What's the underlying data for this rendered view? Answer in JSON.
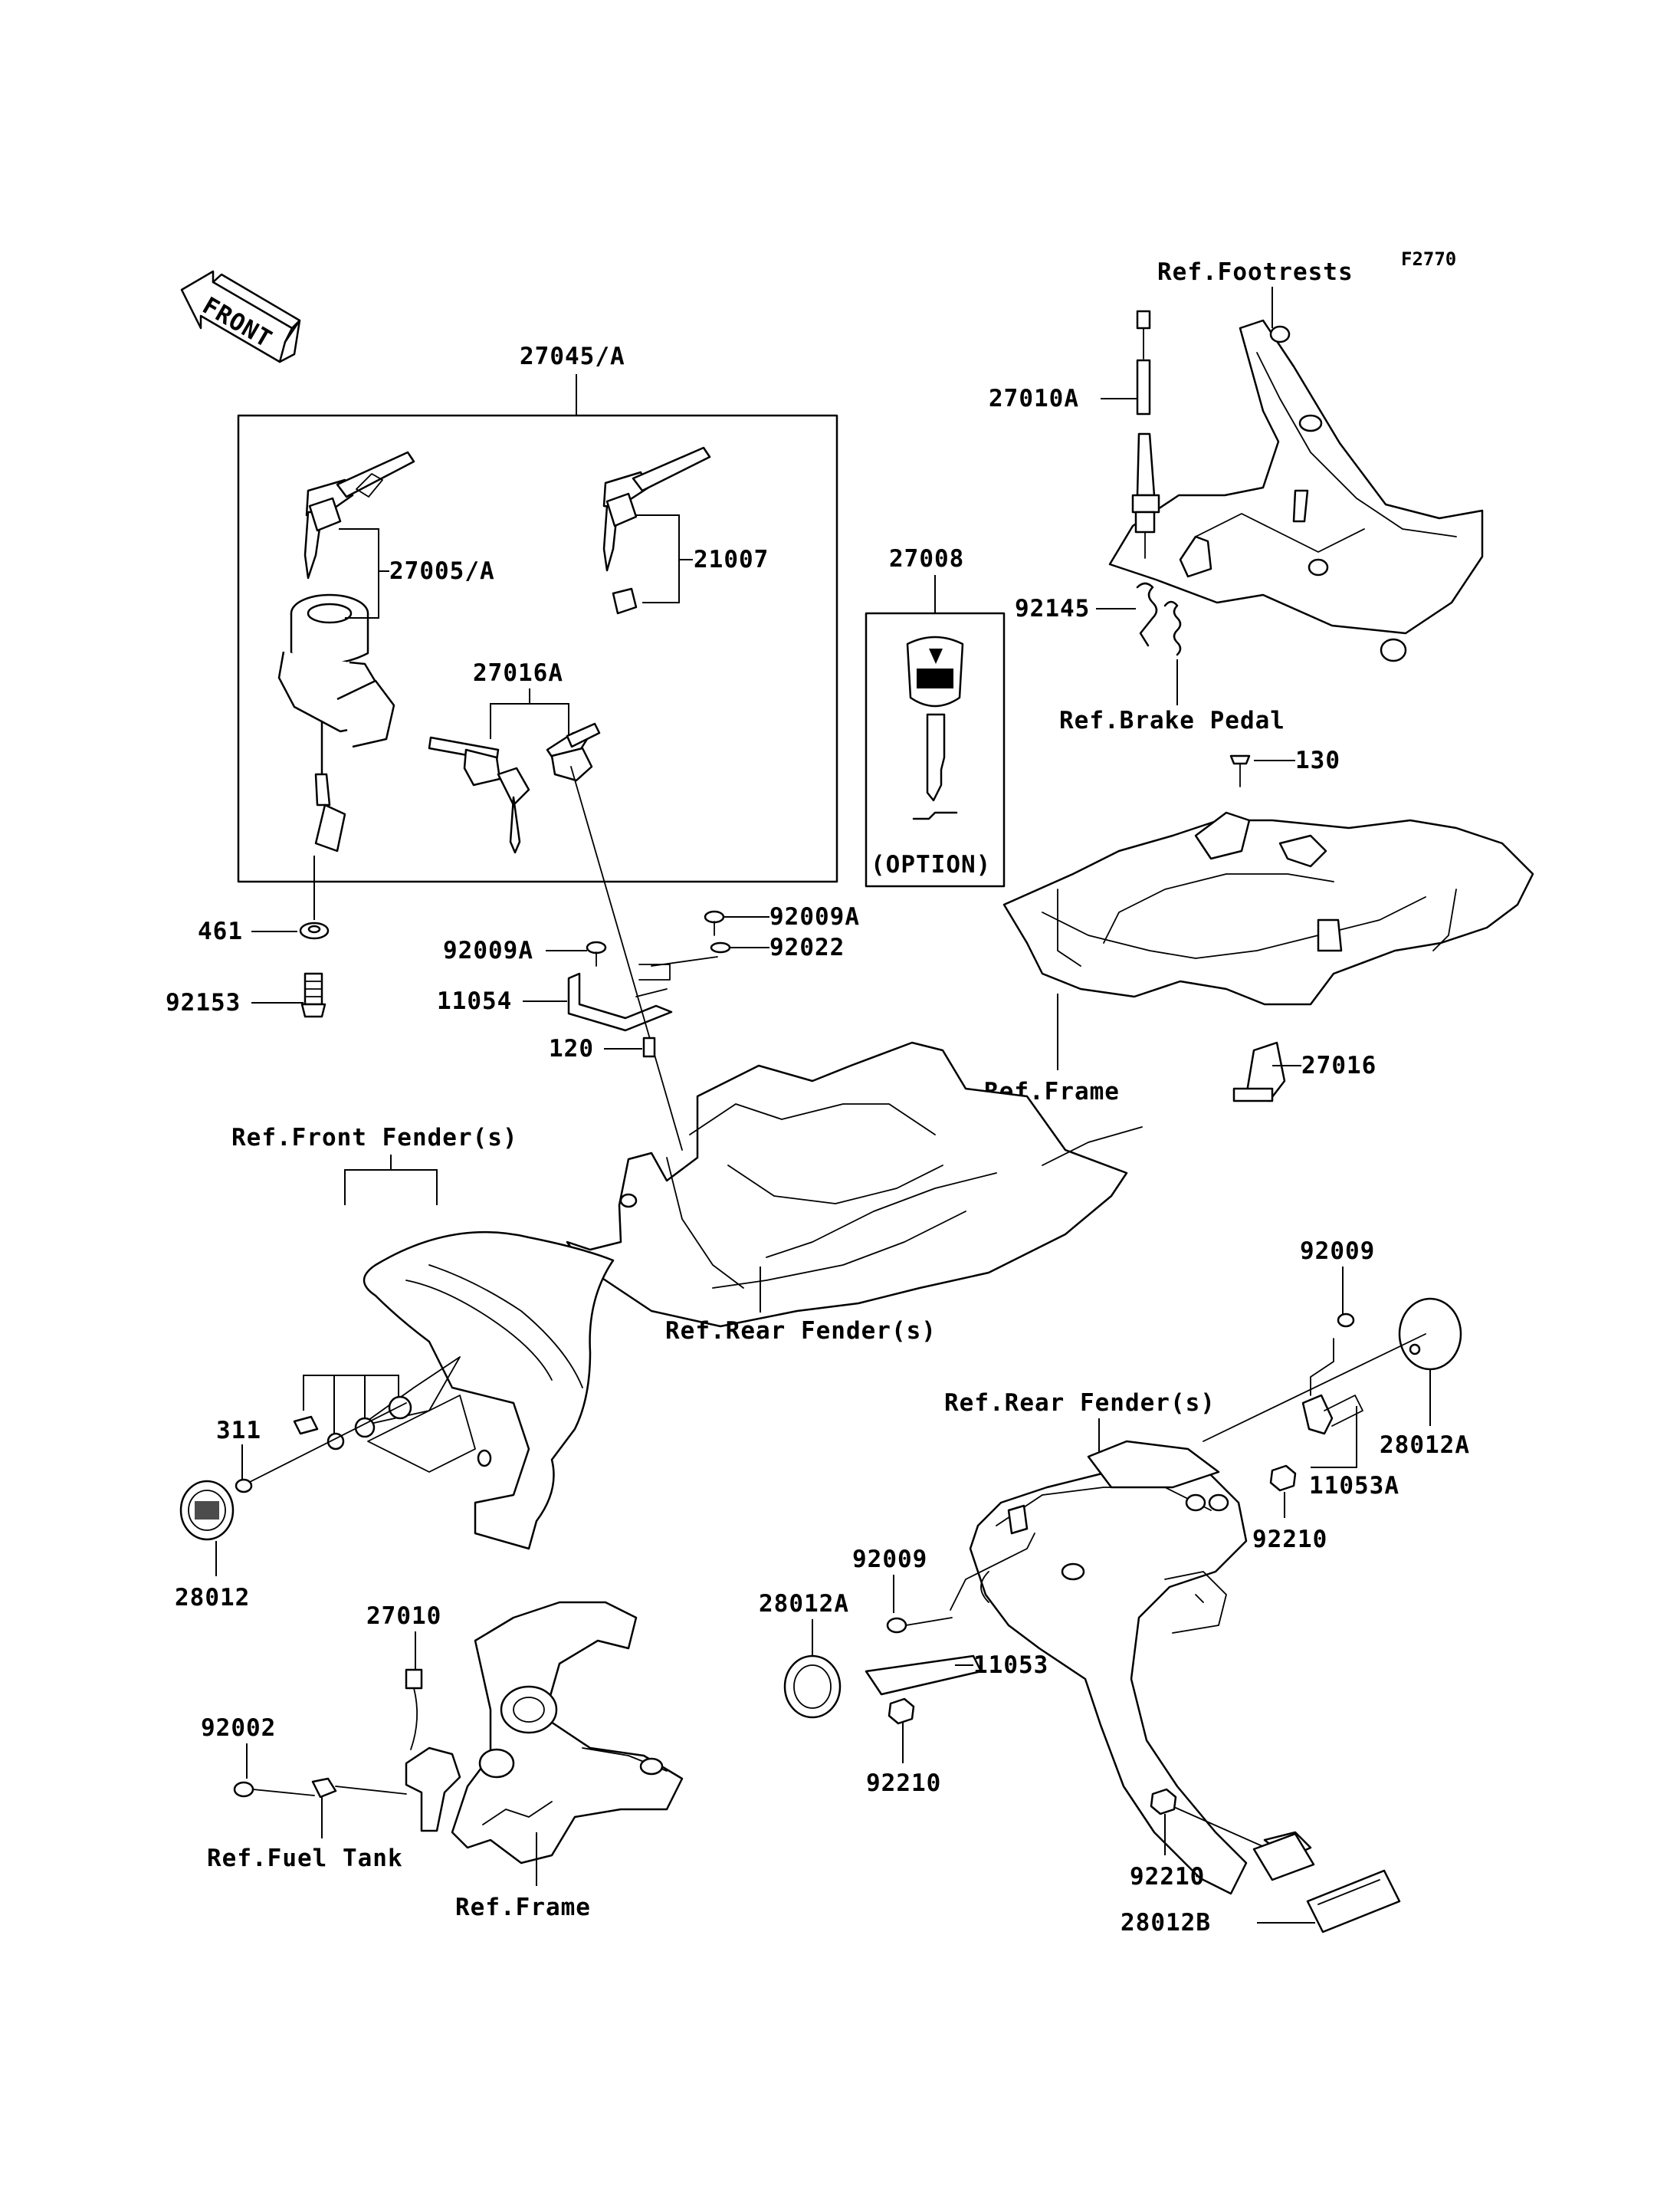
{
  "diagram": {
    "code": "F2770",
    "front_arrow": "FRONT",
    "option_note": "(OPTION)"
  },
  "parts": {
    "p27045A": "27045/A",
    "p27005A": "27005/A",
    "p21007": "21007",
    "p27016A": "27016A",
    "p27008": "27008",
    "p27010A": "27010A",
    "p92145": "92145",
    "p130": "130",
    "p27016": "27016",
    "p461": "461",
    "p92153": "92153",
    "p92009A_1": "92009A",
    "p92009A_2": "92009A",
    "p92022": "92022",
    "p11054": "11054",
    "p120": "120",
    "p311": "311",
    "p28012": "28012",
    "p27010": "27010",
    "p92002": "92002",
    "p92009_1": "92009",
    "p28012A_1": "28012A",
    "p11053A": "11053A",
    "p92210_1": "92210",
    "p92009_2": "92009",
    "p28012A_2": "28012A",
    "p11053": "11053",
    "p92210_2": "92210",
    "p92210_3": "92210",
    "p28012B": "28012B"
  },
  "refs": {
    "footrests": "Ref.Footrests",
    "brake_pedal": "Ref.Brake Pedal",
    "frame_top": "Ref.Frame",
    "front_fender": "Ref.Front Fender(s)",
    "rear_fender_center": "Ref.Rear Fender(s)",
    "rear_fender_right": "Ref.Rear Fender(s)",
    "fuel_tank": "Ref.Fuel Tank",
    "frame_bottom": "Ref.Frame"
  }
}
